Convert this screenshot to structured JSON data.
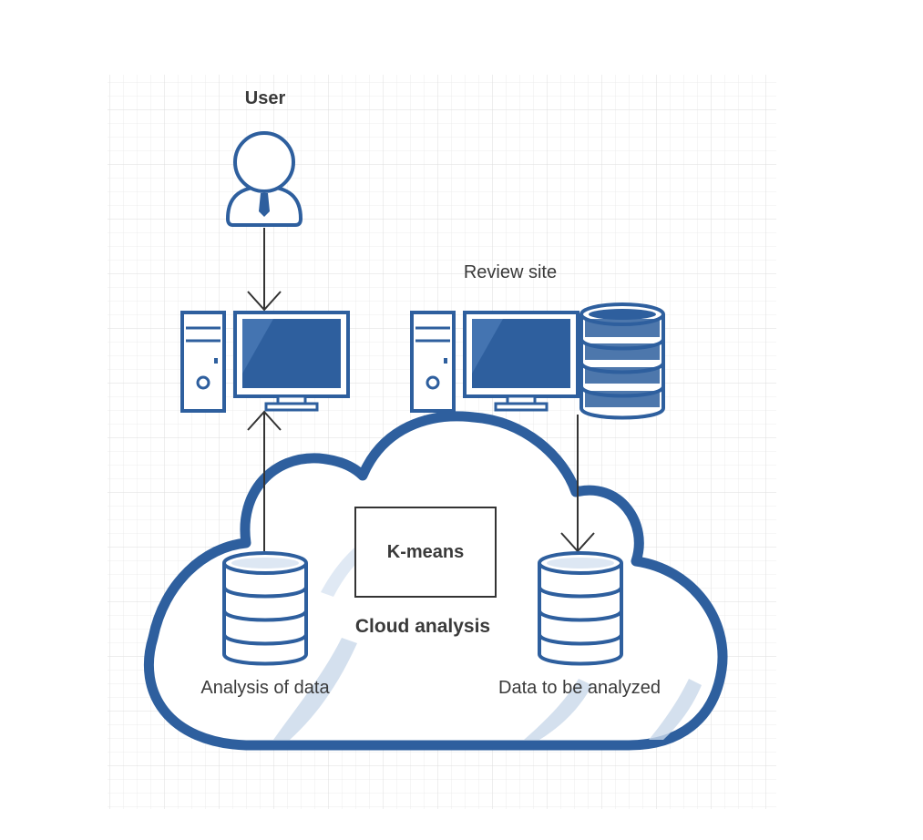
{
  "labels": {
    "user": "User",
    "review_site": "Review site",
    "kmeans": "K-means",
    "cloud_analysis": "Cloud analysis",
    "analysis_of_data": "Analysis of data",
    "data_to_be_analyzed": "Data to be analyzed"
  },
  "colors": {
    "primary_blue": "#2e5f9e",
    "light_blue": "#c9d8ea",
    "pale_blue": "#dde7f3",
    "grid": "#e6e6e6",
    "text": "#3a3a3a"
  }
}
